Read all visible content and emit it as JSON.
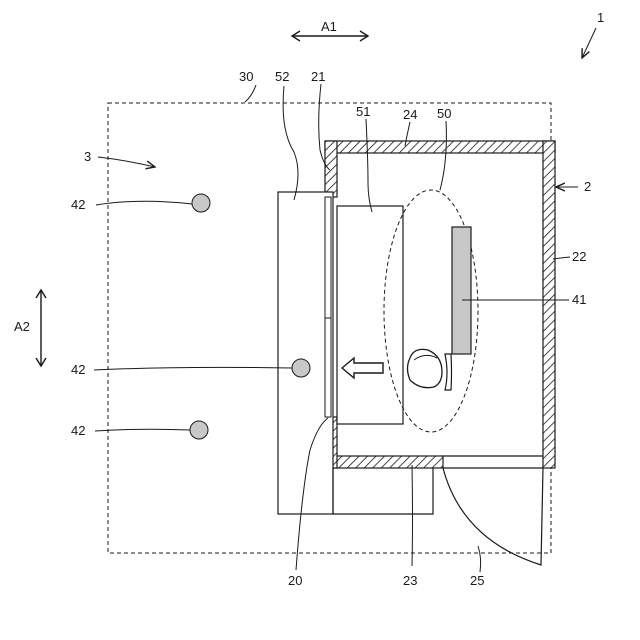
{
  "labels": {
    "fig_ref": "1",
    "a1": "A1",
    "a2": "A2",
    "n30": "30",
    "n52": "52",
    "n21": "21",
    "n51": "51",
    "n24": "24",
    "n50": "50",
    "n3": "3",
    "n2": "2",
    "n42a": "42",
    "n42b": "42",
    "n42c": "42",
    "n22": "22",
    "n41": "41",
    "n20": "20",
    "n23": "23",
    "n25": "25"
  },
  "colors": {
    "line": "#1a1a1a",
    "fill_gray": "#c8c8c8"
  }
}
